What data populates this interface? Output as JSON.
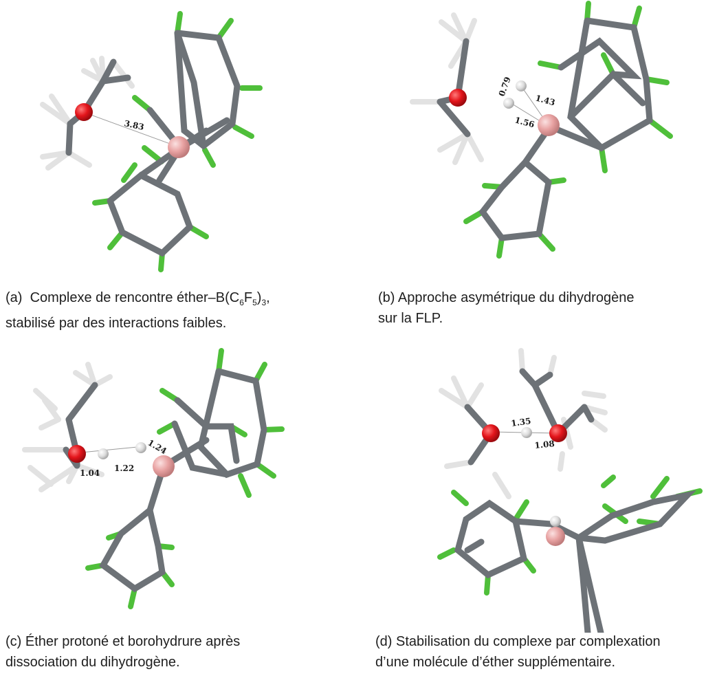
{
  "panels": [
    {
      "id": "a",
      "distances": [
        "3.83"
      ],
      "caption": {
        "label": "(a)",
        "line1": "Complexe de rencontre éther–B(C",
        "sub1": "6",
        "mid1": "F",
        "sub2": "5",
        "mid2": ")",
        "sub3": "3",
        "end1": ",",
        "line2": "stabilisé par des interactions faibles."
      }
    },
    {
      "id": "b",
      "distances": [
        "0.79",
        "1.43",
        "1.56"
      ],
      "caption": {
        "line1": "(b) Approche asymétrique du dihydrogène",
        "line2": "sur la FLP."
      }
    },
    {
      "id": "c",
      "distances": [
        "1.04",
        "1.22",
        "1.24"
      ],
      "caption": {
        "line1": "(c) Éther protoné et borohydrure après",
        "line2": "dissociation du dihydrogène."
      }
    },
    {
      "id": "d",
      "distances": [
        "1.35",
        "1.08"
      ],
      "caption": {
        "line1": "(d) Stabilisation du complexe par complexation",
        "line2": "d’une molécule d’éther supplémentaire."
      }
    }
  ],
  "colors": {
    "carbon": "#6d7277",
    "fluorine": "#4fbf3a",
    "hydrogen": "#d8d8d8",
    "oxygen": "#e3151b",
    "boron": "#e8a2a2"
  },
  "icons": [
    "molecule-a",
    "molecule-b",
    "molecule-c",
    "molecule-d"
  ]
}
